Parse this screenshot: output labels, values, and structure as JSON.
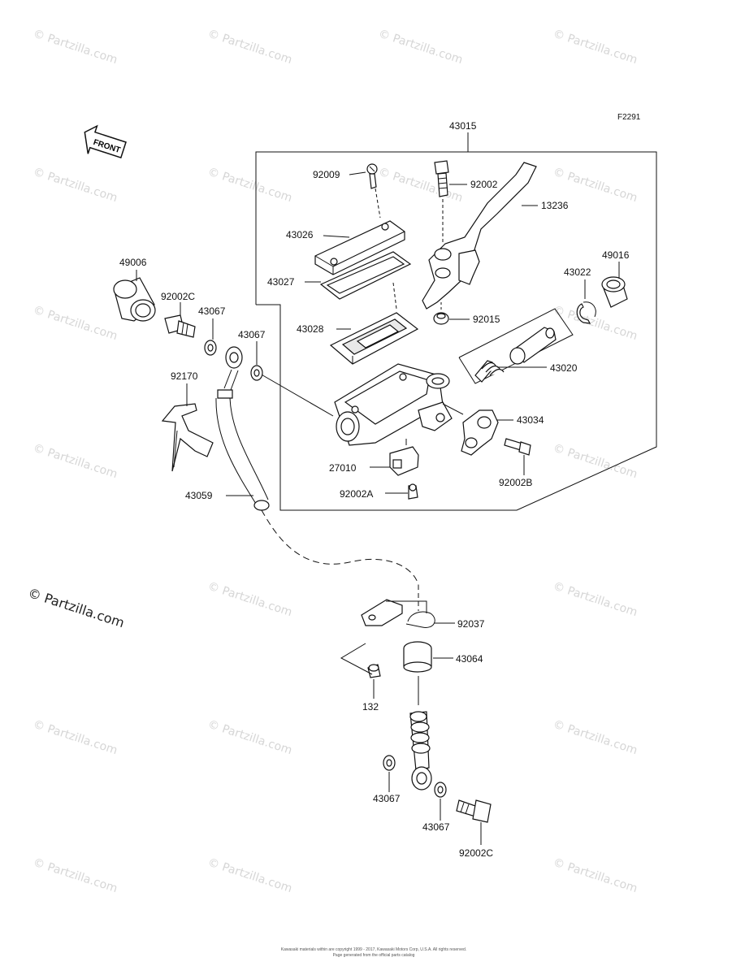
{
  "diagram": {
    "code": "F2291",
    "front_arrow_label": "FRONT",
    "brand": "© Partzilla.com",
    "watermark": "© Partzilla.com",
    "copyright_lines": [
      "Kawasaki materials within are copyright 1999 - 2017, Kawasaki Motors Corp, U.S.A. All rights reserved.",
      "Page generated from the official parts catalog"
    ],
    "parts": {
      "p43015": "43015",
      "p92009": "92009",
      "p92002": "92002",
      "p13236": "13236",
      "p43026": "43026",
      "p49006": "49006",
      "p43027": "43027",
      "p43022": "43022",
      "p49016": "49016",
      "p92002C_top": "92002C",
      "p43067_a": "43067",
      "p43028": "43028",
      "p92015": "92015",
      "p43067_b": "43067",
      "p92170": "92170",
      "p43020": "43020",
      "p43034": "43034",
      "p27010": "27010",
      "p92002B": "92002B",
      "p92002A": "92002A",
      "p43059": "43059",
      "p92037": "92037",
      "p43064": "43064",
      "p132": "132",
      "p43067_c": "43067",
      "p43067_d": "43067",
      "p92002C_bottom": "92002C"
    }
  }
}
